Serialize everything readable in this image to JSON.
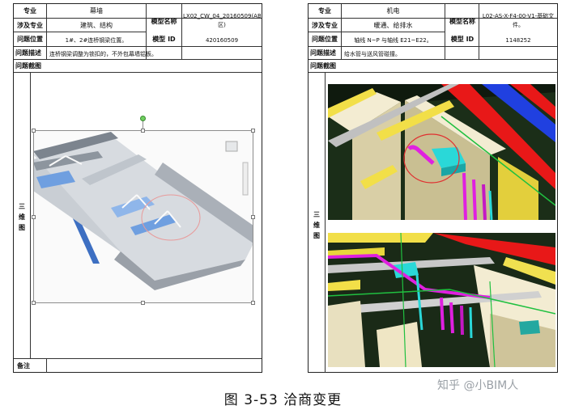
{
  "left_form": {
    "row1": {
      "label_major": "专业",
      "major": "幕墙",
      "label_model_name": "模型名称",
      "model_name_line1": "LX02_CW_04_20160509(AB",
      "model_name_line2": "区)"
    },
    "row2": {
      "label_discipline": "涉及专业",
      "discipline": "建筑、结构"
    },
    "row3": {
      "label_location": "问题位置",
      "location": "1#、2#连桥钢梁位置。",
      "label_model_id": "模型 ID",
      "model_id": "420160509"
    },
    "row4": {
      "label_desc": "问题描述",
      "desc": "连桥钢梁调整为锁扣的，不外包幕墙铝板。"
    },
    "row5": {
      "label_shot": "问题截图"
    },
    "side_label": [
      "三",
      "维",
      "图"
    ],
    "notes_label": "备注"
  },
  "right_form": {
    "row1": {
      "label_major": "专业",
      "major": "机电",
      "label_model_name": "模型名称",
      "model_name_line1": "L02-AS-X-F4-00-V1-基础文",
      "model_name_line2": "件。"
    },
    "row2": {
      "label_discipline": "涉及专业",
      "discipline": "暖通、给排水"
    },
    "row3": {
      "label_location": "问题位置",
      "location": "轴线 N~P 与轴线 E21~E22。",
      "label_model_id": "模型 ID",
      "model_id": "1148252"
    },
    "row4": {
      "label_desc": "问题描述",
      "desc": "给水管与送风管碰撞。"
    },
    "row5": {
      "label_shot": "问题截图"
    },
    "side_label": [
      "三",
      "维",
      "图"
    ]
  },
  "caption": "图 3-53  洽商变更",
  "watermark": "知乎 @小BIM人",
  "colors": {
    "pipe_magenta": "#e020e0",
    "duct_cyan": "#2ad8d8",
    "beam_yellow": "#f2df48",
    "duct_red": "#e81818",
    "duct_blue": "#2040e0",
    "pipe_green": "#20c040",
    "wall_cream": "#f3ecd2",
    "steel_gray": "#b8bec6",
    "glass_blue": "#6f9fe0"
  }
}
